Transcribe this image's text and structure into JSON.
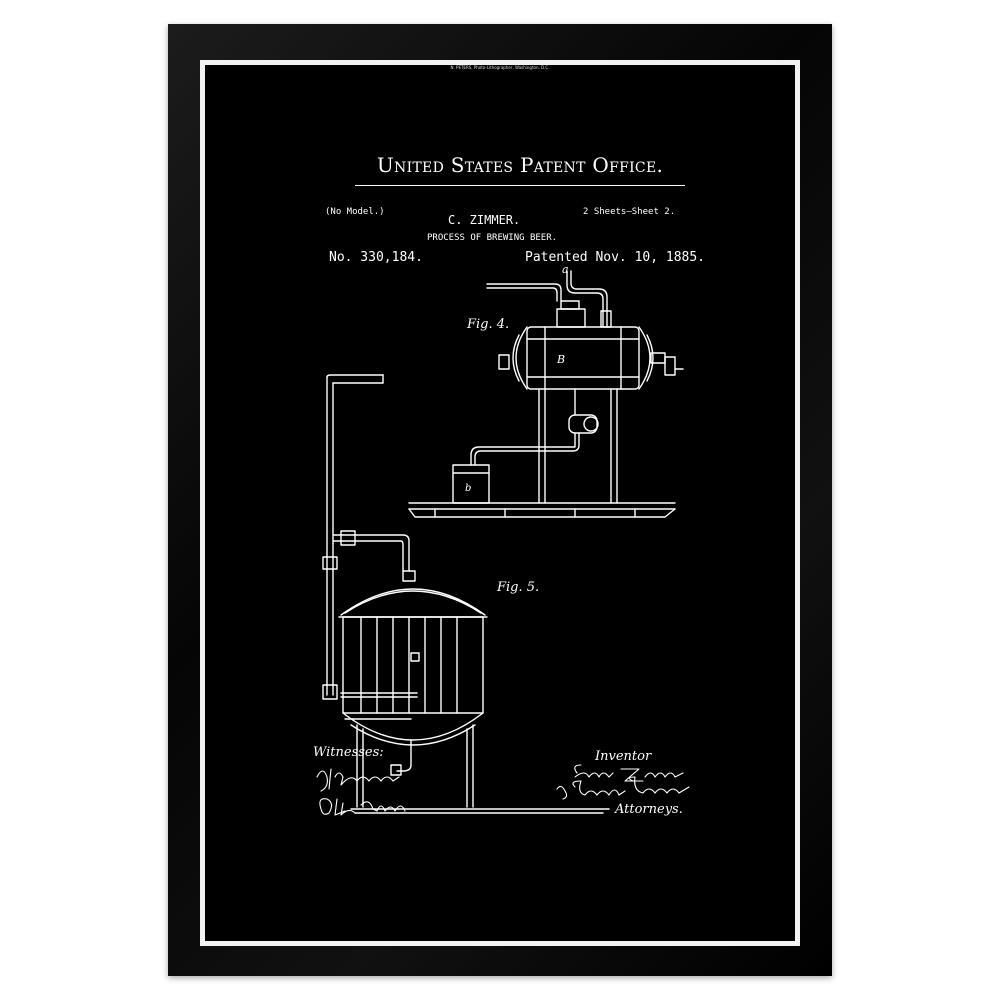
{
  "poster": {
    "office_title": "United States Patent Office.",
    "no_model": "(No Model.)",
    "inventor_name": "C. ZIMMER.",
    "sheets": "2 Sheets—Sheet 2.",
    "process_title": "PROCESS OF BREWING BEER.",
    "patent_number": "No. 330,184.",
    "patent_date": "Patented Nov. 10, 1885.",
    "fig4_label": "Fig. 4.",
    "fig5_label": "Fig. 5.",
    "witnesses_label": "Witnesses:",
    "inventor_label": "Inventor",
    "attorneys_label": "Attorneys.",
    "printer_line": "N. PETERS, Photo-Lithographer, Washington, D.C.",
    "signature_witness_1": "Jos. H. Rosenbaum",
    "signature_witness_2": "Otto Risch",
    "signature_inventor": "Conrad Zimmer",
    "signature_attorneys": "by Gepel & Raegener"
  },
  "colors": {
    "frame": "#0a0a0a",
    "liner": "#f2f2f2",
    "poster_background": "#000000",
    "linework": "#ffffff"
  }
}
